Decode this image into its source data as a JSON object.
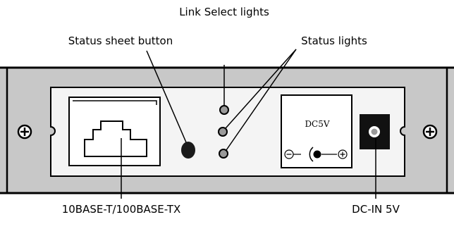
{
  "labels": {
    "link_select_lights": "Link Select lights",
    "status_sheet_button": "Status sheet button",
    "status_lights": "Status lights",
    "ethernet_port": "10BASE-T/100BASE-TX",
    "dc_in": "DC-IN 5V"
  },
  "power_module": {
    "voltage_text": "DC5V"
  },
  "colors": {
    "panel_fill": "#c8c8c8",
    "plate_fill": "#f4f4f4",
    "outline": "#000000",
    "led_fill": "#9a9a9a"
  }
}
